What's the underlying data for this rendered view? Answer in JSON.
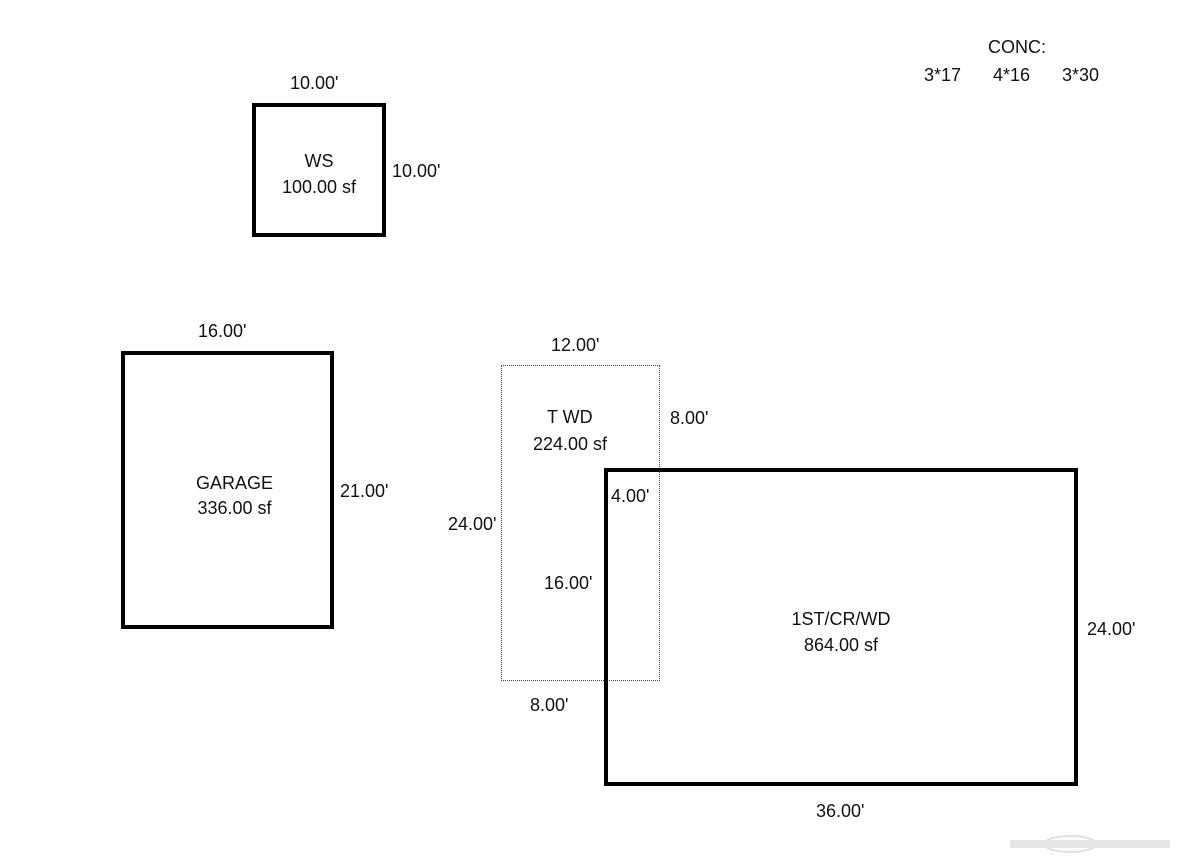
{
  "conc": {
    "label": "CONC:",
    "items": [
      "3*17",
      "4*16",
      "3*30"
    ]
  },
  "ws": {
    "name": "WS",
    "area": "100.00 sf",
    "top_dim": "10.00'",
    "right_dim": "10.00'"
  },
  "garage": {
    "name": "GARAGE",
    "area": "336.00 sf",
    "top_dim": "16.00'",
    "right_dim": "21.00'"
  },
  "twd": {
    "name": "T WD",
    "area": "224.00 sf",
    "top_dim": "12.00'",
    "right_upper_dim": "8.00'",
    "left_dim": "24.00'",
    "inner_upper_dim": "4.00'",
    "inner_lower_dim": "16.00'",
    "bottom_dim": "8.00'"
  },
  "main": {
    "name": "1ST/CR/WD",
    "area": "864.00 sf",
    "right_dim": "24.00'",
    "bottom_dim": "36.00'"
  }
}
